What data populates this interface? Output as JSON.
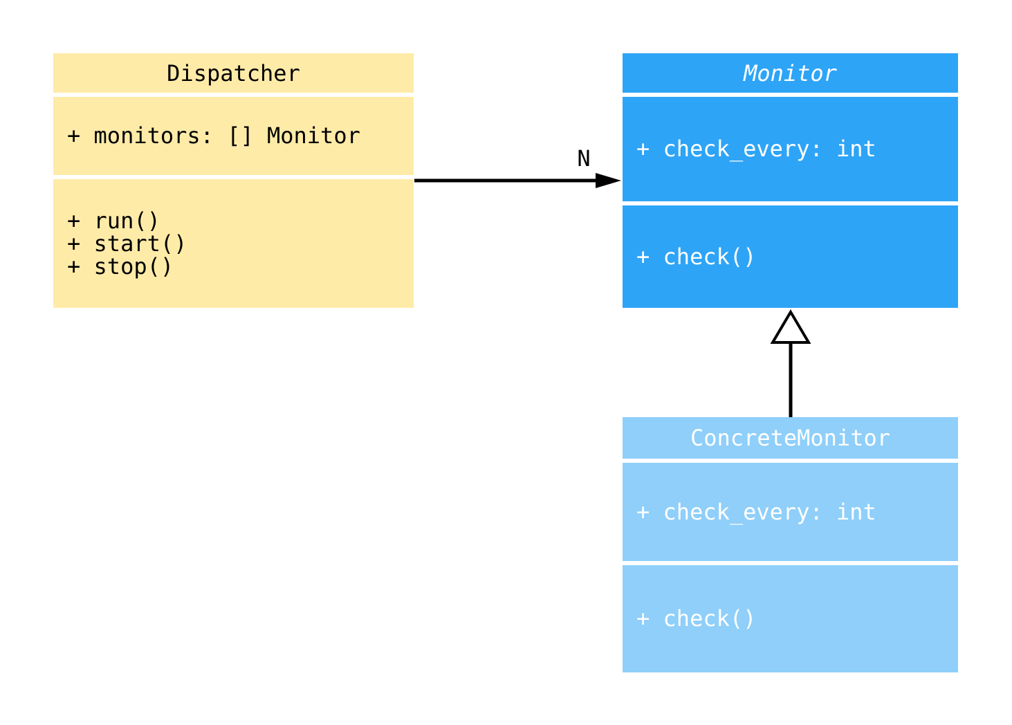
{
  "diagram": {
    "background_color": "#ffffff",
    "classes": [
      {
        "name": "Dispatcher",
        "abstract": false,
        "fill_color": "#ffeba8",
        "text_color": "#000000",
        "attributes": [
          "+ monitors: [] Monitor"
        ],
        "methods": [
          "+ run()",
          "+ start()",
          "+ stop()"
        ]
      },
      {
        "name": "Monitor",
        "abstract": true,
        "fill_color": "#2ea4f7",
        "text_color": "#ffffff",
        "attributes": [
          "+ check_every: int"
        ],
        "methods": [
          "+ check()"
        ]
      },
      {
        "name": "ConcreteMonitor",
        "abstract": false,
        "fill_color": "#8fcffa",
        "text_color": "#ffffff",
        "attributes": [
          "+ check_every: int"
        ],
        "methods": [
          "+ check()"
        ]
      }
    ],
    "relations": [
      {
        "type": "association",
        "from": "Dispatcher",
        "to": "Monitor",
        "label": "N",
        "line_color": "#000000"
      },
      {
        "type": "inheritance",
        "from": "ConcreteMonitor",
        "to": "Monitor",
        "label": "",
        "line_color": "#000000"
      }
    ]
  }
}
